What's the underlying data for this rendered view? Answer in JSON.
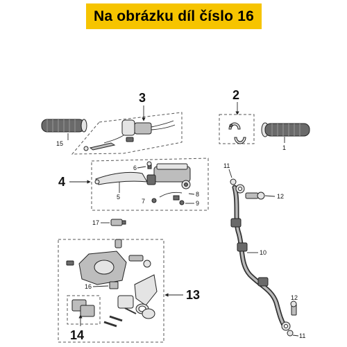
{
  "banner": {
    "text": "Na obrázku díl číslo 16",
    "color": "#f6c400"
  },
  "labels": {
    "l1": "1",
    "l2": "2",
    "l3": "3",
    "l4": "4",
    "l5": "5",
    "l6": "6",
    "l7": "7",
    "l8": "8",
    "l9": "9",
    "l10": "10",
    "l11a": "11",
    "l11b": "11",
    "l12a": "12",
    "l12b": "12",
    "l13": "13",
    "l14": "14",
    "l15": "15",
    "l16": "16",
    "l17": "17"
  }
}
